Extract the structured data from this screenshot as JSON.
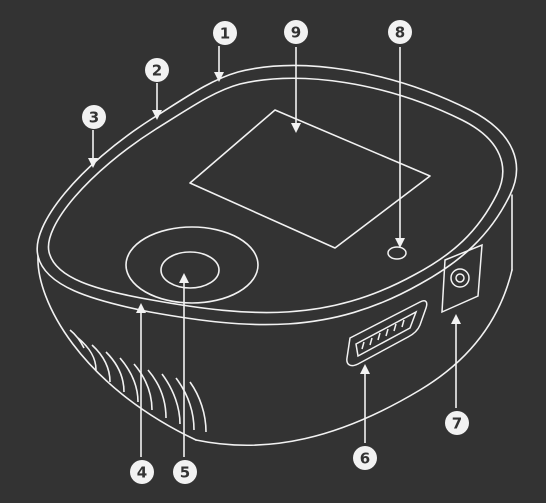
{
  "colors": {
    "background": "#333333",
    "line": "#f2f2f2",
    "badge_fill": "#f2f2f2",
    "badge_text": "#333333"
  },
  "callouts": [
    {
      "number": "1"
    },
    {
      "number": "2"
    },
    {
      "number": "3"
    },
    {
      "number": "4"
    },
    {
      "number": "5"
    },
    {
      "number": "6"
    },
    {
      "number": "7"
    },
    {
      "number": "8"
    },
    {
      "number": "9"
    }
  ]
}
